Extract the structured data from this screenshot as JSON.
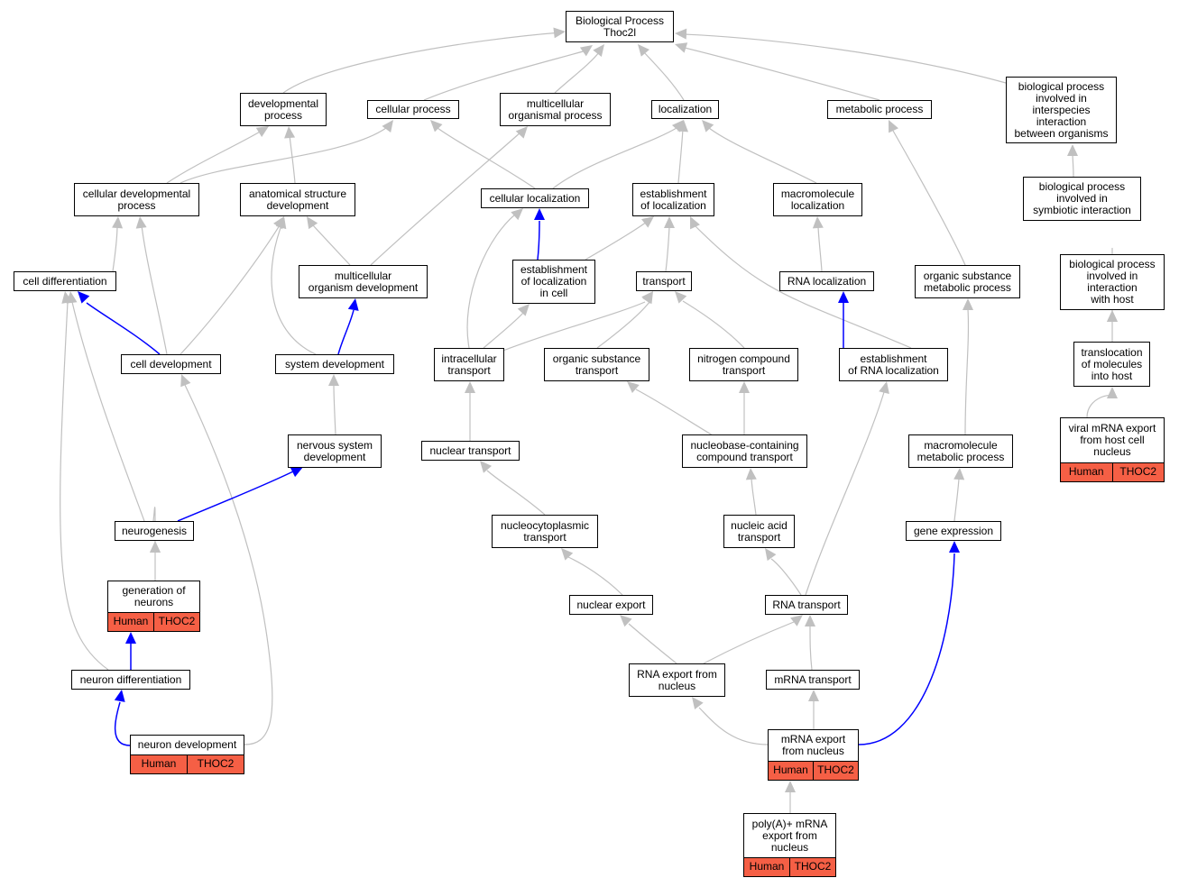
{
  "root": {
    "line1": "Biological Process",
    "line2": "Thoc2l"
  },
  "nodes": {
    "developmental_process": "developmental\nprocess",
    "cellular_process": "cellular process",
    "multicellular_organismal_process": "multicellular\norganismal process",
    "localization": "localization",
    "metabolic_process": "metabolic process",
    "bp_interspecies": "biological process\ninvolved in\ninterspecies\ninteraction\nbetween organisms",
    "cellular_developmental_process": "cellular developmental\nprocess",
    "anatomical_structure_development": "anatomical structure\ndevelopment",
    "cellular_localization": "cellular localization",
    "establishment_of_localization": "establishment\nof localization",
    "macromolecule_localization": "macromolecule\nlocalization",
    "bp_symbiotic": "biological process\ninvolved in\nsymbiotic interaction",
    "cell_differentiation": "cell differentiation",
    "multicellular_organism_development": "multicellular\norganism development",
    "establishment_of_localization_in_cell": "establishment\nof localization\nin cell",
    "transport": "transport",
    "rna_localization": "RNA localization",
    "organic_substance_metabolic_process": "organic substance\nmetabolic process",
    "bp_interaction_with_host": "biological process\ninvolved in\ninteraction\nwith host",
    "cell_development": "cell development",
    "system_development": "system development",
    "intracellular_transport": "intracellular\ntransport",
    "organic_substance_transport": "organic substance\ntransport",
    "nitrogen_compound_transport": "nitrogen compound\ntransport",
    "establishment_of_rna_localization": "establishment\nof RNA localization",
    "translocation_into_host": "translocation\nof molecules\ninto host",
    "nervous_system_development": "nervous system\ndevelopment",
    "nuclear_transport": "nuclear transport",
    "nucleobase_transport": "nucleobase-containing\ncompound transport",
    "macromolecule_metabolic_process": "macromolecule\nmetabolic process",
    "viral_mrna_export": "viral mRNA export\nfrom host cell\nnucleus",
    "neurogenesis": "neurogenesis",
    "nucleocytoplasmic_transport": "nucleocytoplasmic\ntransport",
    "nucleic_acid_transport": "nucleic acid\ntransport",
    "gene_expression": "gene expression",
    "generation_of_neurons": "generation of\nneurons",
    "nuclear_export": "nuclear export",
    "rna_transport": "RNA transport",
    "neuron_differentiation": "neuron differentiation",
    "rna_export_from_nucleus": "RNA export from\nnucleus",
    "mrna_transport": "mRNA transport",
    "neuron_development": "neuron development",
    "mrna_export_from_nucleus": "mRNA export\nfrom nucleus",
    "polya_mrna_export": "poly(A)+ mRNA\nexport from\nnucleus"
  },
  "annotation": {
    "species": "Human",
    "gene": "THOC2"
  },
  "colors": {
    "edge_gray": "#c0c0c0",
    "edge_blue": "#0000ff",
    "annotation_fill": "#f55f45"
  }
}
